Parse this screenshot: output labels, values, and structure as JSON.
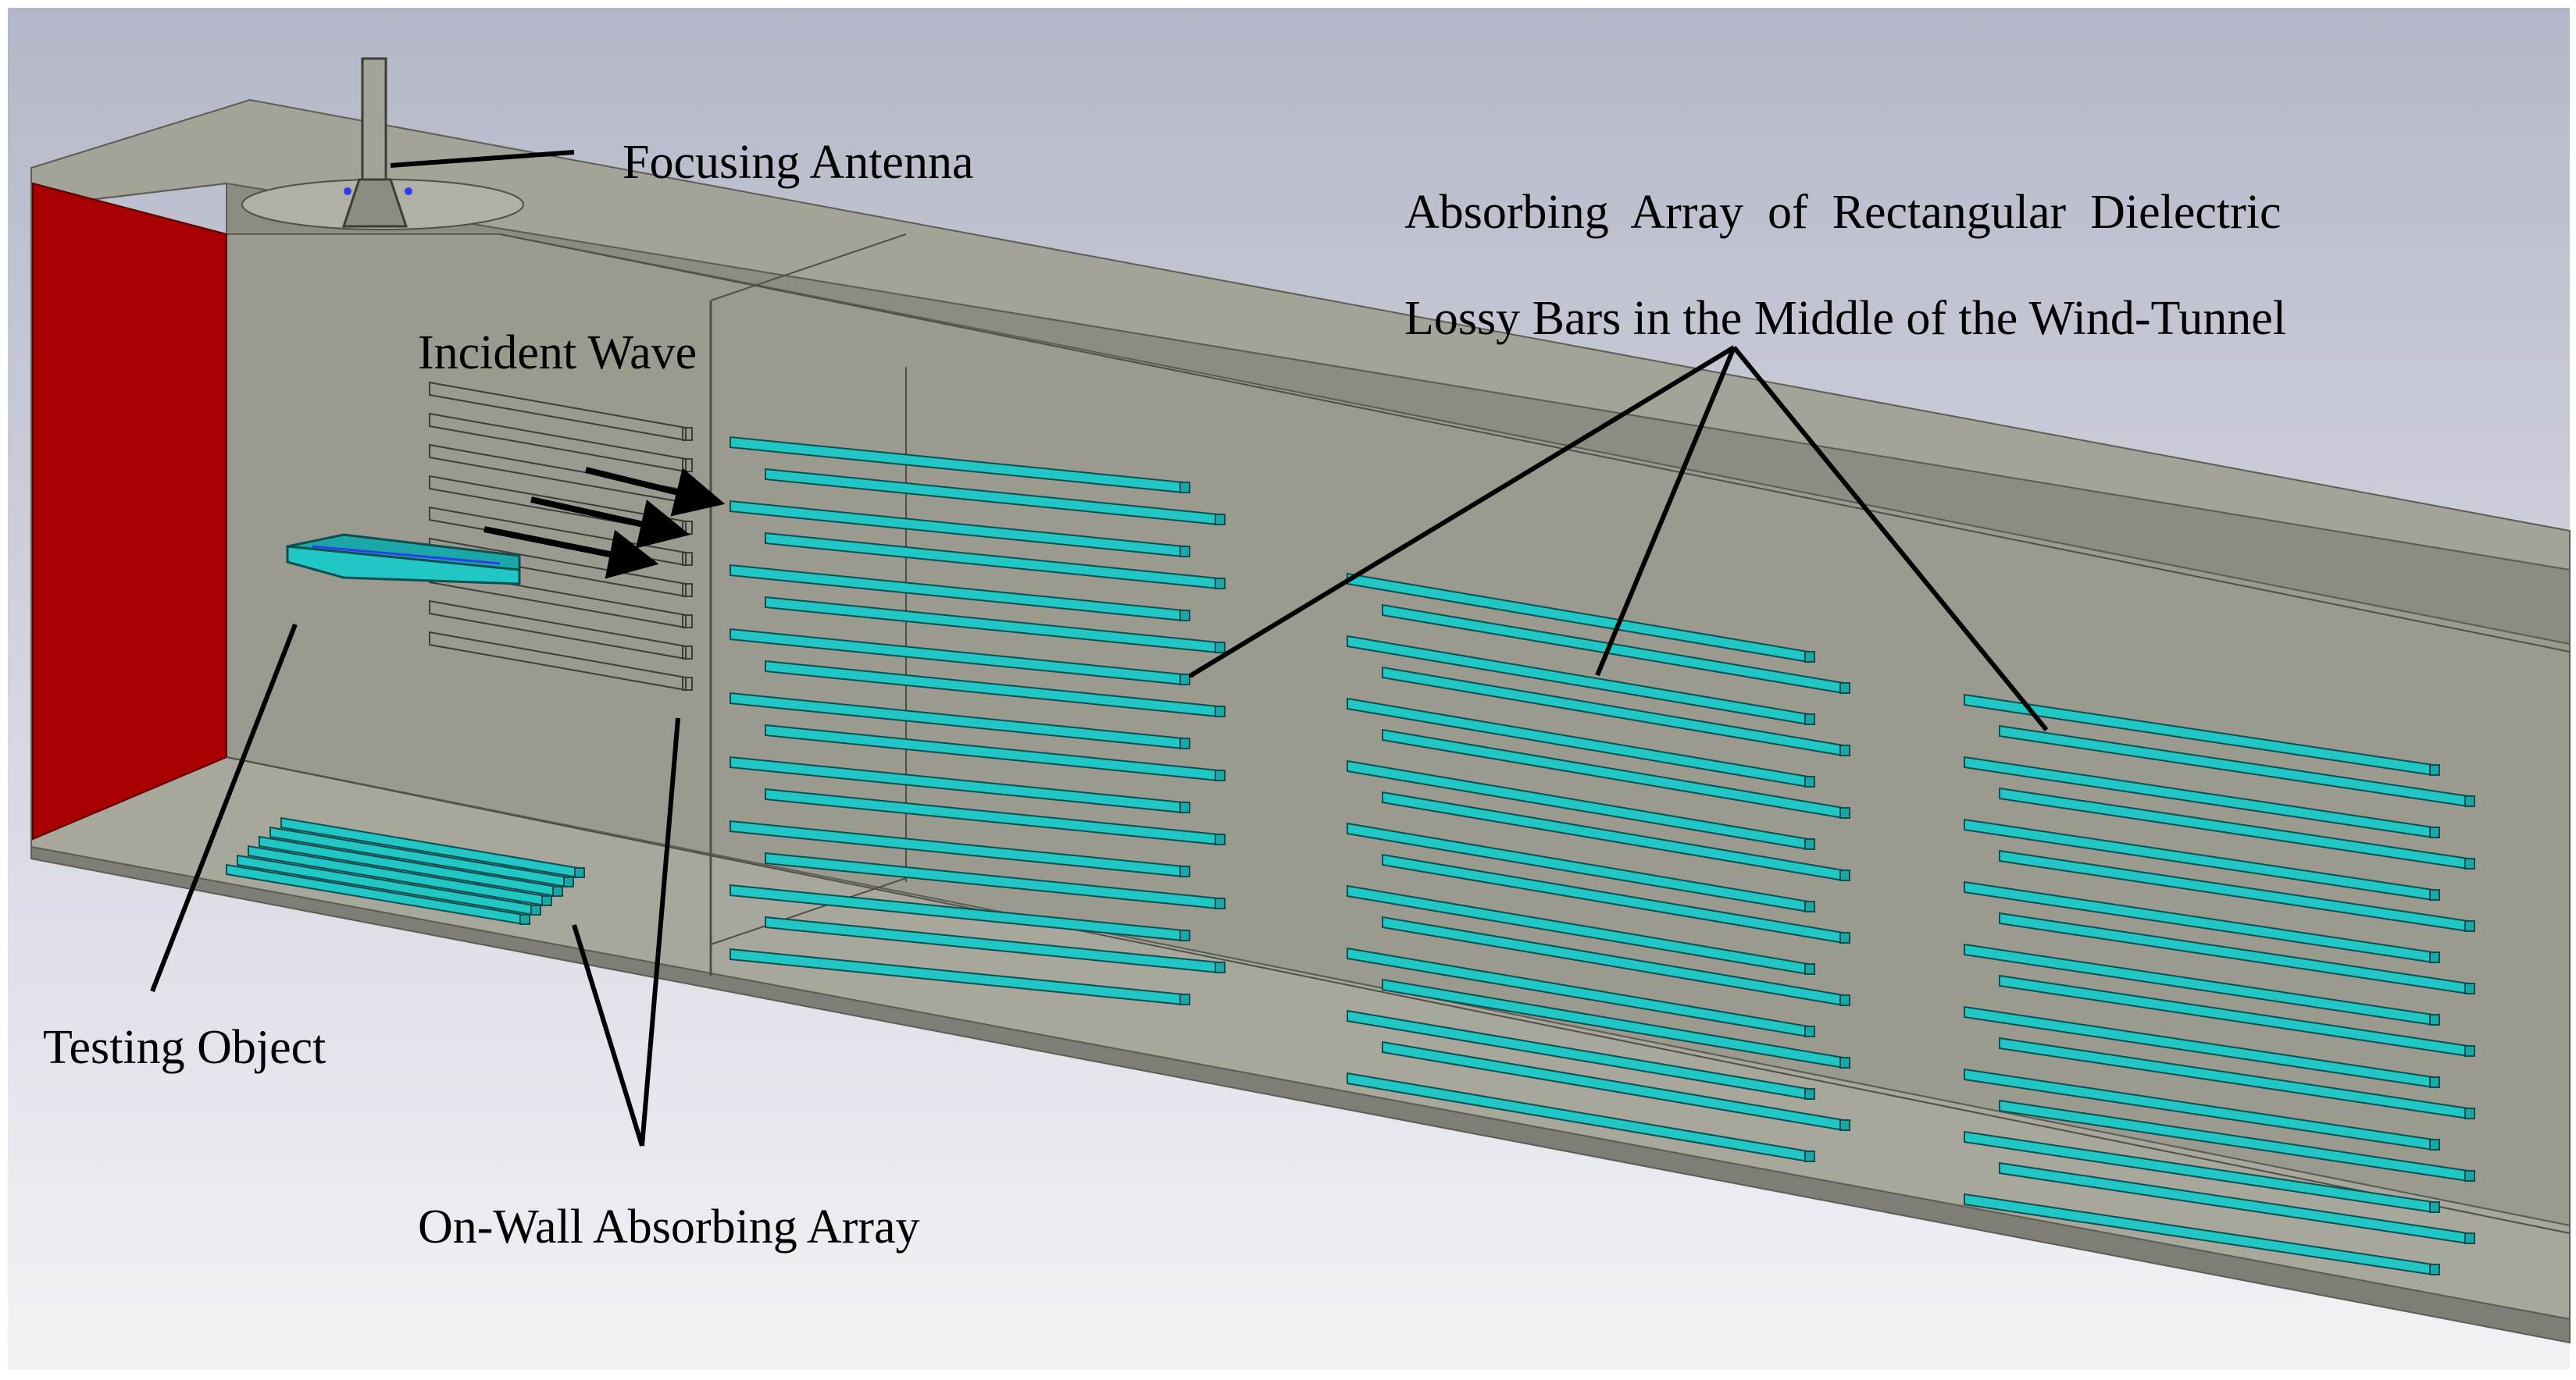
{
  "labels": {
    "focusing_antenna": "Focusing Antenna",
    "absorbing_array_line1": "Absorbing  Array  of  Rectangular  Dielectric",
    "absorbing_array_line2": "Lossy Bars in the Middle of the Wind-Tunnel",
    "incident_wave": "Incident Wave",
    "testing_object": "Testing Object",
    "on_wall_array": "On-Wall Absorbing Array"
  },
  "colors": {
    "background_top": "#b4b7c7",
    "background_bottom": "#f2f2f6",
    "tunnel_wall": "#9a9a8e",
    "tunnel_floor": "#a7a79b",
    "tunnel_ceiling": "#a3a397",
    "port_red": "#a80000",
    "lossy_bar": "#21c7c5",
    "lossy_bar_edge": "#0c4f52",
    "arrow": "#000000",
    "text": "#000000"
  },
  "arrays": {
    "middle_array_count": 3,
    "bar_rows_per_array": 17
  }
}
